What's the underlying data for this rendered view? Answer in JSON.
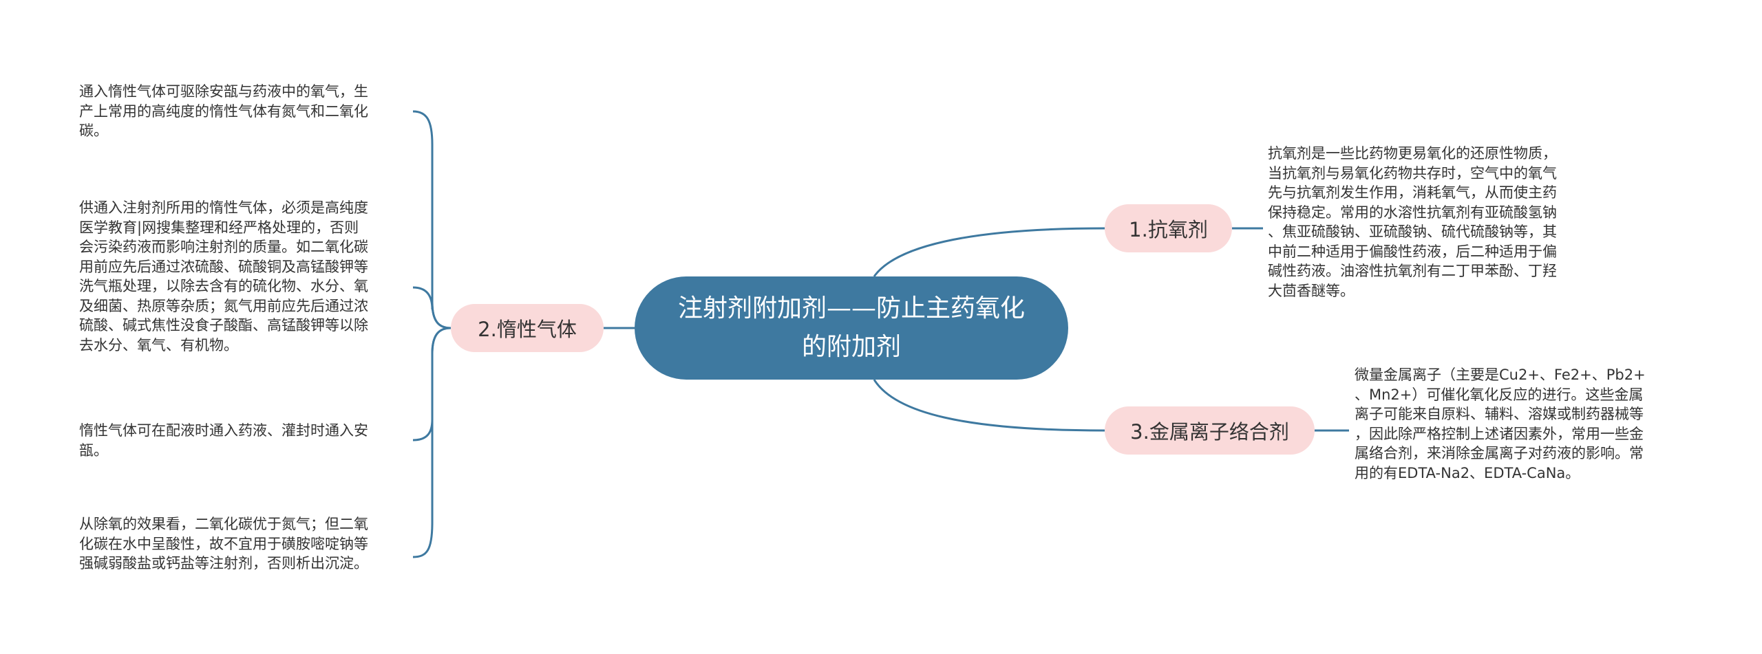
{
  "central": {
    "title": "注射剂附加剂——防止主药氧化的附加剂"
  },
  "branches": [
    {
      "label": "1.抗氧剂",
      "details": [
        "抗氧剂是一些比药物更易氧化的还原性物质，\n当抗氧剂与易氧化药物共存时，空气中的氧气\n先与抗氧剂发生作用，消耗氧气，从而使主药\n保持稳定。常用的水溶性抗氧剂有亚硫酸氢钠\n、焦亚硫酸钠、亚硫酸钠、硫代硫酸钠等，其\n中前二种适用于偏酸性药液，后二种适用于偏\n碱性药液。油溶性抗氧剂有二丁甲苯酚、丁羟\n大茴香醚等。"
      ]
    },
    {
      "label": "2.惰性气体",
      "details": [
        "通入惰性气体可驱除安瓿与药液中的氧气，生\n产上常用的高纯度的惰性气体有氮气和二氧化\n碳。",
        "供通入注射剂所用的惰性气体，必须是高纯度\n医学教育|网搜集整理和经严格处理的，否则\n会污染药液而影响注射剂的质量。如二氧化碳\n用前应先后通过浓硫酸、硫酸铜及高锰酸钾等\n洗气瓶处理，以除去含有的硫化物、水分、氧\n及细菌、热原等杂质；氮气用前应先后通过浓\n硫酸、碱式焦性没食子酸酯、高锰酸钾等以除\n去水分、氧气、有机物。",
        "惰性气体可在配液时通入药液、灌封时通入安\n瓿。",
        "从除氧的效果看，二氧化碳优于氮气；但二氧\n化碳在水中呈酸性，故不宜用于磺胺嘧啶钠等\n强碱弱酸盐或钙盐等注射剂，否则析出沉淀。"
      ]
    },
    {
      "label": "3.金属离子络合剂",
      "details": [
        "微量金属离子（主要是Cu2+、Fe2+、Pb2+\n、Mn2+）可催化氧化反应的进行。这些金属\n离子可能来自原料、辅料、溶媒或制药器械等\n，因此除严格控制上述诸因素外，常用一些金\n属络合剂，来消除金属离子对药液的影响。常\n用的有EDTA-Na2、EDTA-CaNa。"
      ]
    }
  ],
  "colors": {
    "central_fill": "#3e79a0",
    "branch_fill": "#fadada",
    "connector": "#3e79a0",
    "text": "#333333"
  }
}
